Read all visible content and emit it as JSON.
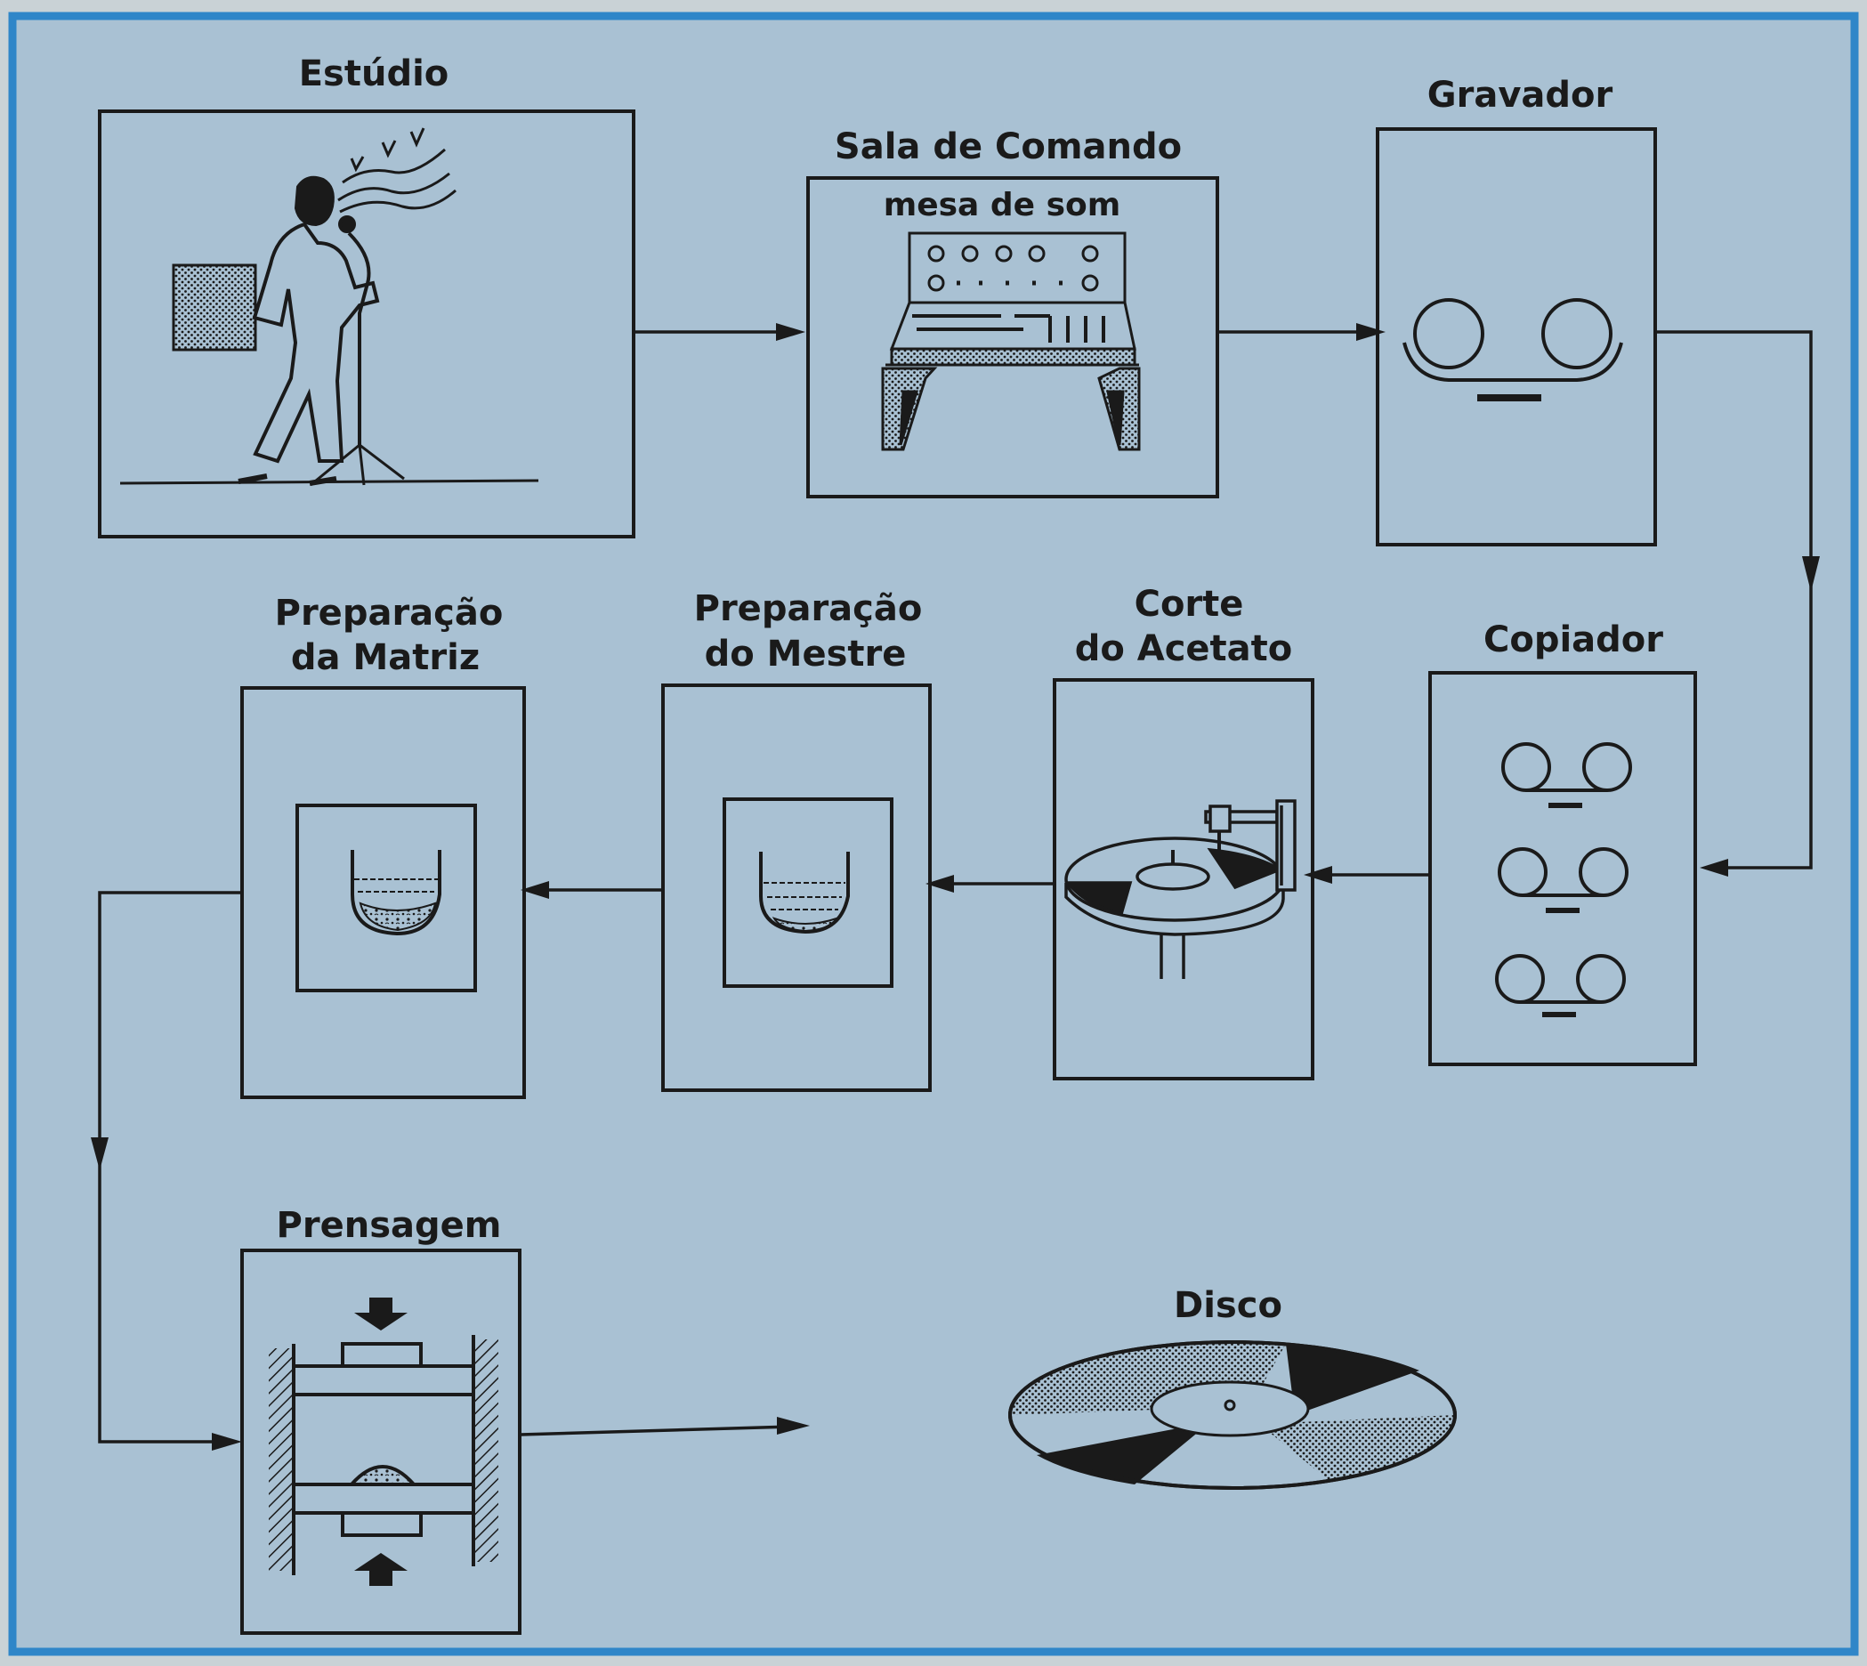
{
  "colors": {
    "background": "#a9c1d3",
    "frame": "#2f86c8",
    "ink": "#1a1a1a",
    "outer_bg": "#c9d2d6"
  },
  "steps": {
    "estudio": {
      "label": "Estúdio"
    },
    "sala": {
      "label": "Sala  de Comando",
      "sublabel": "mesa de som"
    },
    "gravador": {
      "label": "Gravador"
    },
    "copiador": {
      "label": "Copiador"
    },
    "corte": {
      "label_line1": "Corte",
      "label_line2": "do Acetato"
    },
    "mestre": {
      "label_line1": "Preparação",
      "label_line2": "do Mestre"
    },
    "matriz": {
      "label_line1": "Preparação",
      "label_line2": "da Matriz"
    },
    "prensagem": {
      "label": "Prensagem"
    },
    "disco": {
      "label": "Disco"
    }
  },
  "icons": {
    "estudio": "singer-at-microphone-icon",
    "sala": "mixing-console-icon",
    "gravador": "tape-recorder-icon",
    "copiador": "tape-copier-icon",
    "corte": "lathe-turntable-icon",
    "mestre": "electroplating-bath-icon",
    "matriz": "electroplating-bath-icon",
    "prensagem": "record-press-icon",
    "disco": "vinyl-record-icon"
  }
}
